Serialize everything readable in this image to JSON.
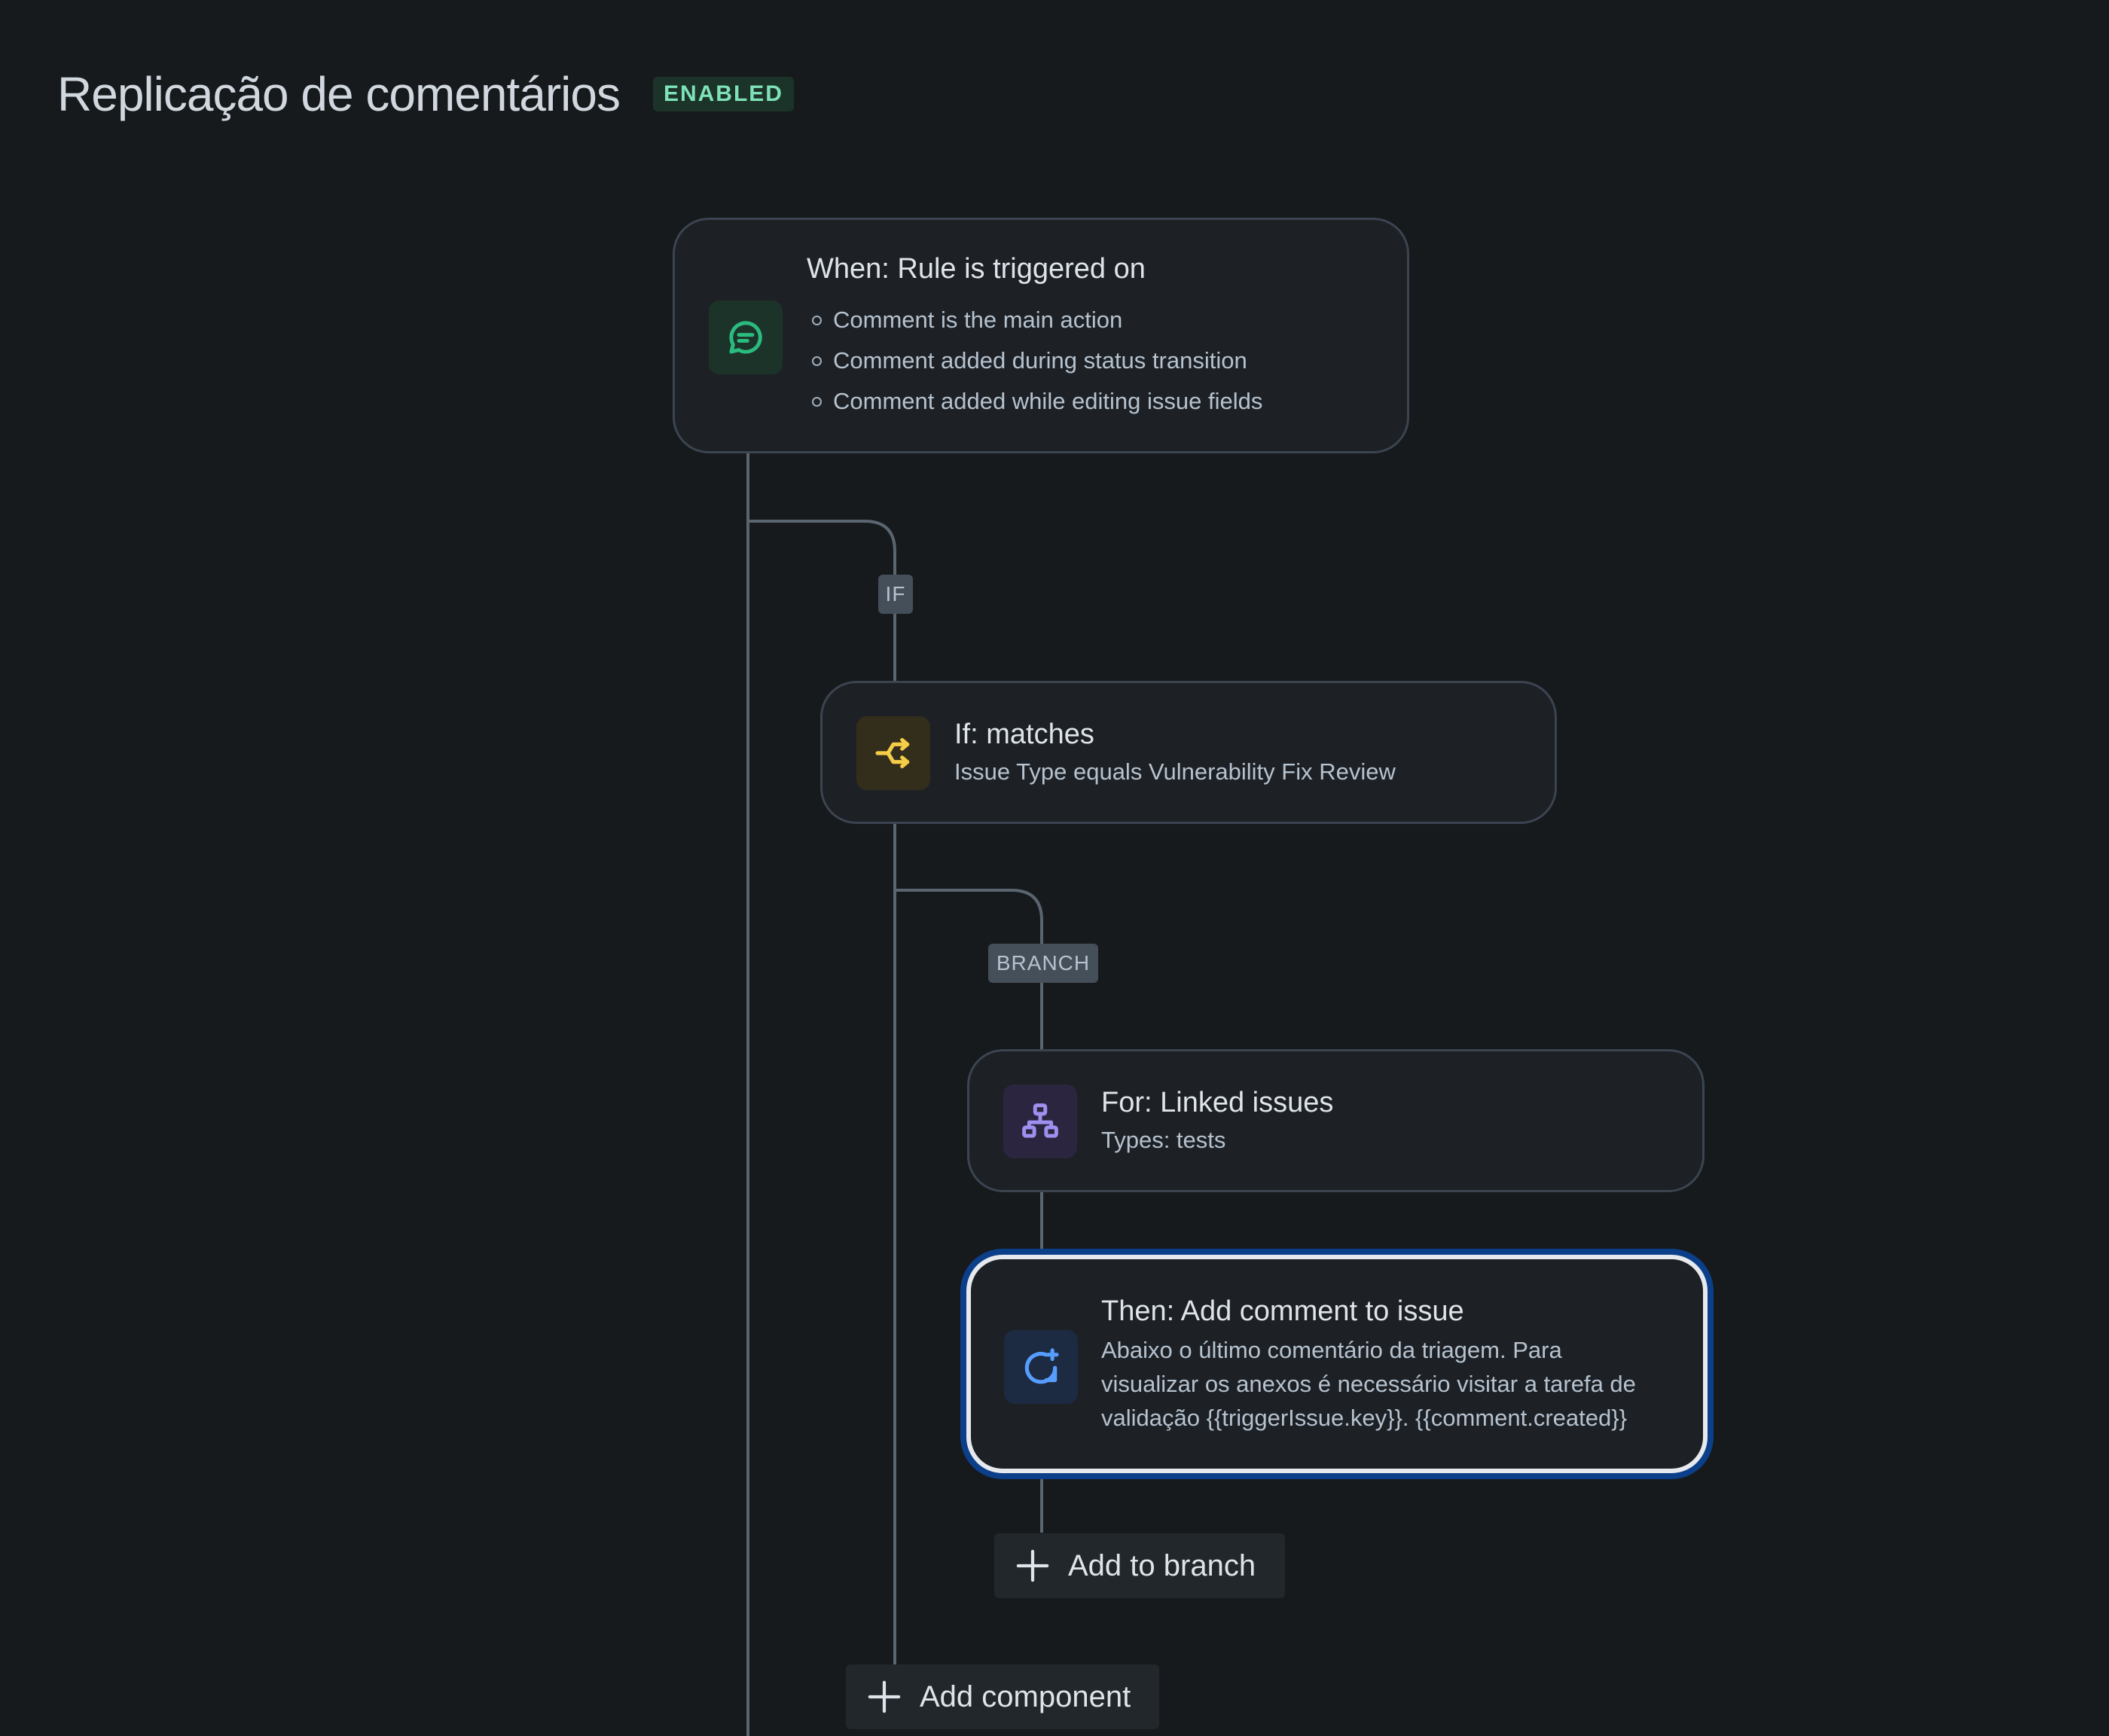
{
  "header": {
    "title": "Replicação de comentários",
    "status": "ENABLED"
  },
  "colors": {
    "background": "#161a1d",
    "node_border": "#3b4450",
    "selected_outline": "#0c3f8a",
    "trigger_icon": "#2abb7f",
    "condition_icon": "#f5cd47",
    "branch_icon": "#9f8fef",
    "action_icon": "#579dff"
  },
  "trigger": {
    "icon": "comment-icon",
    "title": "When: Rule is triggered on",
    "items": [
      "Comment is the main action",
      "Comment added during status transition",
      "Comment added while editing issue fields"
    ]
  },
  "if_tag": "IF",
  "condition": {
    "icon": "condition-branch-icon",
    "title": "If: matches",
    "subtitle": "Issue Type equals Vulnerability Fix Review"
  },
  "branch_tag": "BRANCH",
  "branch": {
    "icon": "hierarchy-icon",
    "title": "For: Linked issues",
    "subtitle": "Types: tests"
  },
  "action": {
    "icon": "comment-add-icon",
    "title": "Then: Add comment to issue",
    "description_lines": [
      "Abaixo o último comentário da triagem. Para",
      "visualizar os anexos é necessário visitar a tarefa de",
      "validação {{triggerIssue.key}}. {{comment.created}}"
    ]
  },
  "buttons": {
    "add_to_branch": "Add to branch",
    "add_component": "Add component"
  }
}
